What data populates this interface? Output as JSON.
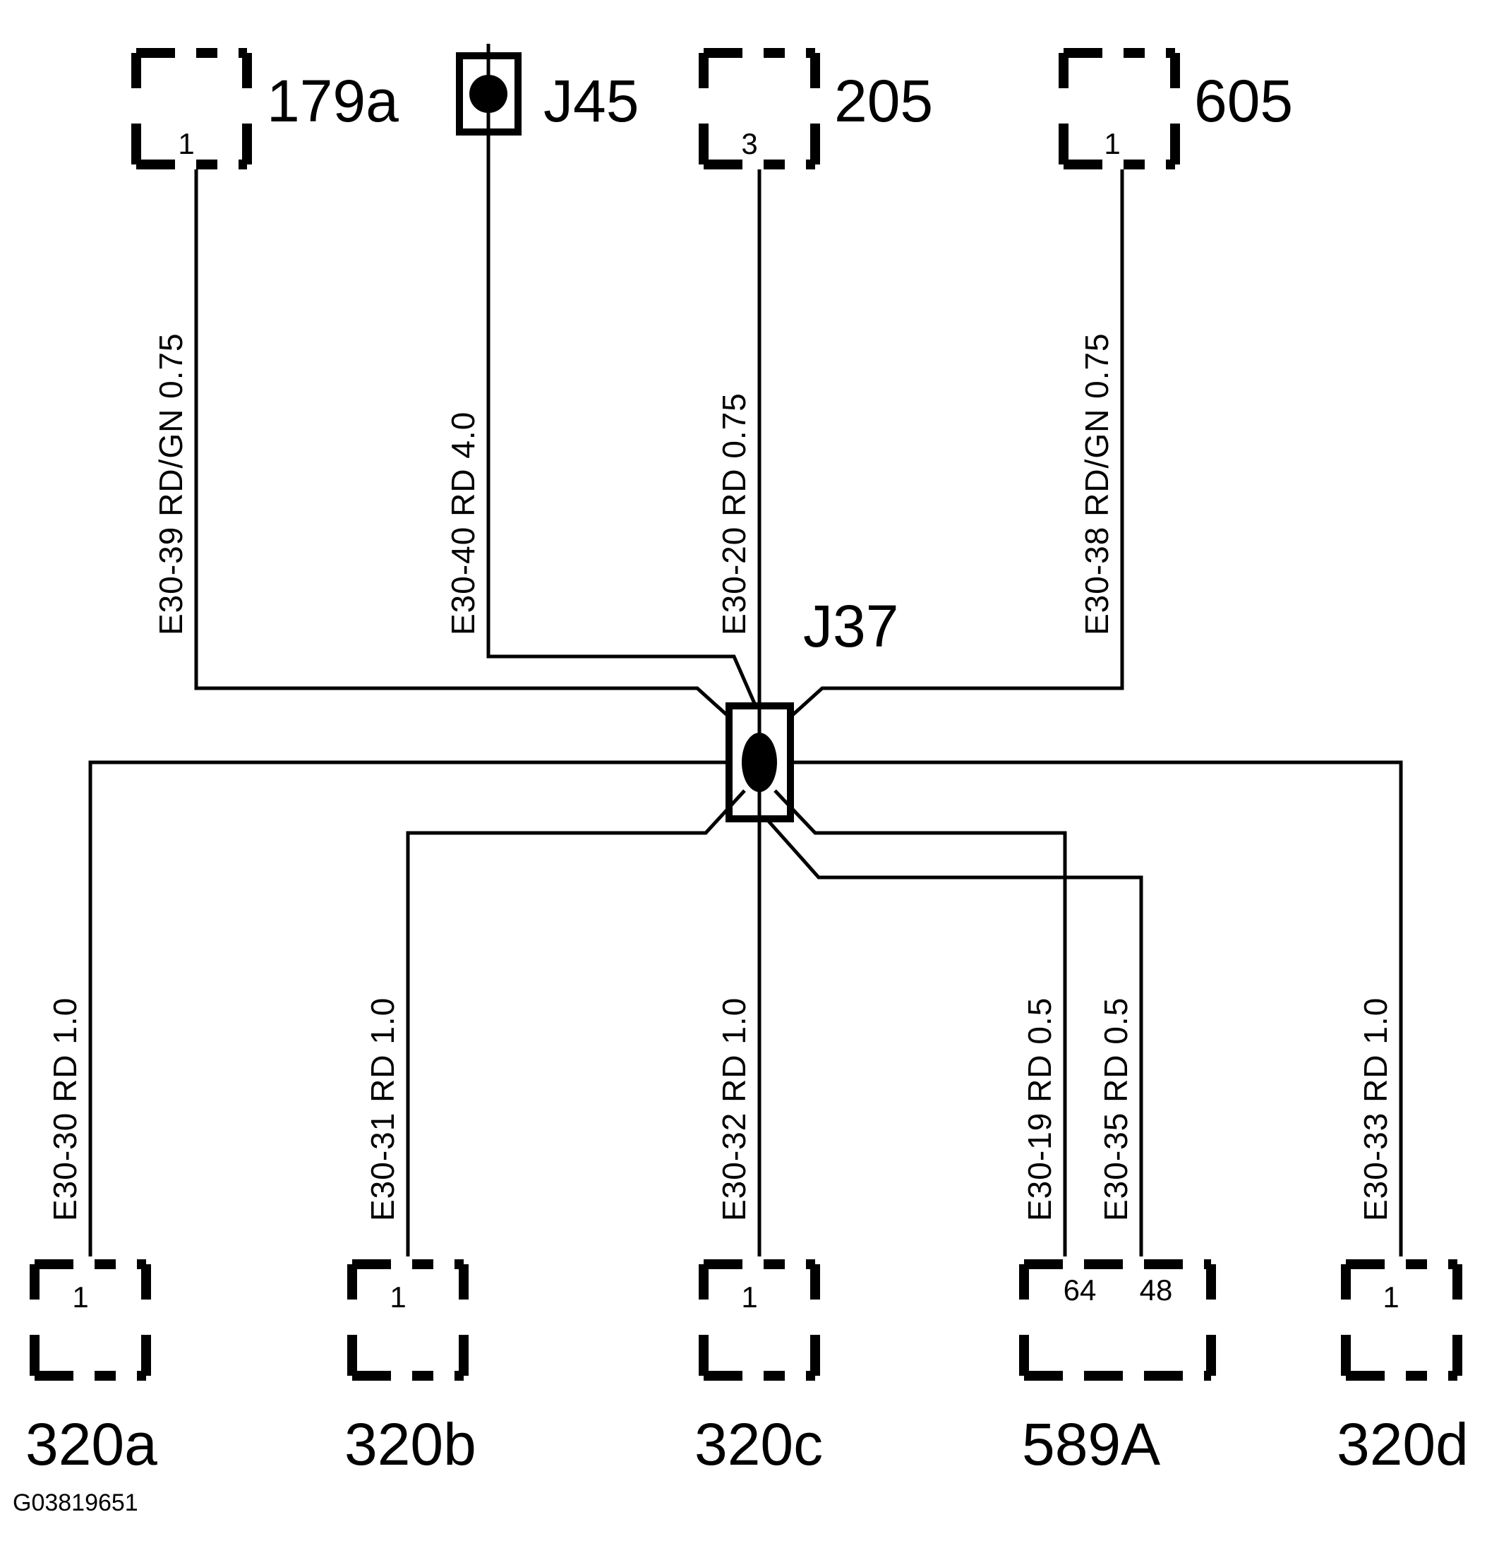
{
  "diagram": {
    "footer_code": "G03819651",
    "splice_main": "J37",
    "splice_top": "J45"
  },
  "top_connectors": [
    {
      "name": "179a",
      "pin": "1"
    },
    {
      "name": "205",
      "pin": "3"
    },
    {
      "name": "605",
      "pin": "1"
    }
  ],
  "bottom_connectors": [
    {
      "name": "320a",
      "pins": [
        "1"
      ]
    },
    {
      "name": "320b",
      "pins": [
        "1"
      ]
    },
    {
      "name": "320c",
      "pins": [
        "1"
      ]
    },
    {
      "name": "589A",
      "pins": [
        "64",
        "48"
      ]
    },
    {
      "name": "320d",
      "pins": [
        "1"
      ]
    }
  ],
  "wires": {
    "top": [
      {
        "id": "E30-39",
        "color": "RD/GN",
        "gauge": "0.75",
        "label": "E30-39  RD/GN  0.75"
      },
      {
        "id": "E30-40",
        "color": "RD",
        "gauge": "4.0",
        "label": "E30-40  RD  4.0"
      },
      {
        "id": "E30-20",
        "color": "RD",
        "gauge": "0.75",
        "label": "E30-20  RD  0.75"
      },
      {
        "id": "E30-38",
        "color": "RD/GN",
        "gauge": "0.75",
        "label": "E30-38  RD/GN  0.75"
      }
    ],
    "bottom": [
      {
        "id": "E30-30",
        "color": "RD",
        "gauge": "1.0",
        "label": "E30-30  RD  1.0"
      },
      {
        "id": "E30-31",
        "color": "RD",
        "gauge": "1.0",
        "label": "E30-31  RD  1.0"
      },
      {
        "id": "E30-32",
        "color": "RD",
        "gauge": "1.0",
        "label": "E30-32  RD  1.0"
      },
      {
        "id": "E30-19",
        "color": "RD",
        "gauge": "0.5",
        "label": "E30-19  RD  0.5"
      },
      {
        "id": "E30-35",
        "color": "RD",
        "gauge": "0.5",
        "label": "E30-35  RD  0.5"
      },
      {
        "id": "E30-33",
        "color": "RD",
        "gauge": "1.0",
        "label": "E30-33  RD  1.0"
      }
    ]
  },
  "colors": {
    "ink": "#000000",
    "paper": "#ffffff"
  }
}
